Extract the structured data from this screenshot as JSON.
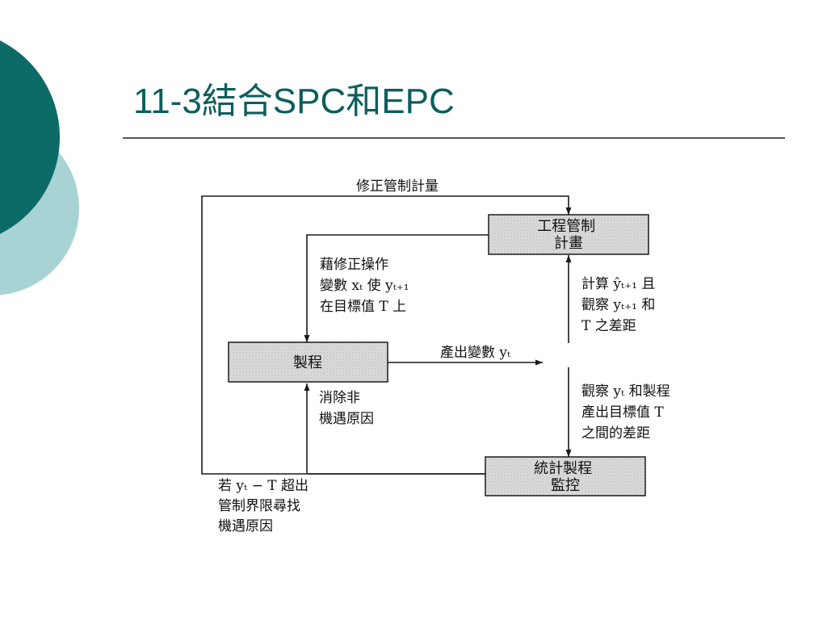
{
  "slide": {
    "title": "11-3結合SPC和EPC",
    "colors": {
      "title": "#0c5e5d",
      "circle_dark": "#0d6b67",
      "circle_light": "#a8d3d5",
      "rule": "#222222",
      "box_fill": "#dcdcdc",
      "line": "#1a1a1a"
    }
  },
  "diagram": {
    "boxes": {
      "epc_plan": [
        "工程管制",
        "計畫"
      ],
      "process": [
        "製程"
      ],
      "spc_monitor": [
        "統計製程",
        "監控"
      ]
    },
    "labels": {
      "revise_measure": [
        "修正管制計量"
      ],
      "adjust_input": [
        "藉修正操作",
        "變數 xₜ 使 yₜ₊₁",
        "在目標值 T 上"
      ],
      "output_var": [
        "產出變數 yₜ"
      ],
      "compute_forecast": [
        "計算 ŷₜ₊₁ 且",
        "觀察 yₜ₊₁ 和",
        "T 之差距"
      ],
      "observe_output": [
        "觀察 yₜ 和製程",
        "產出目標值 T",
        "之間的差距"
      ],
      "eliminate_cause": [
        "消除非",
        "機遇原因"
      ],
      "search_cause": [
        "若 yₜ − T 超出",
        "管制界限尋找",
        "機遇原因"
      ]
    }
  }
}
